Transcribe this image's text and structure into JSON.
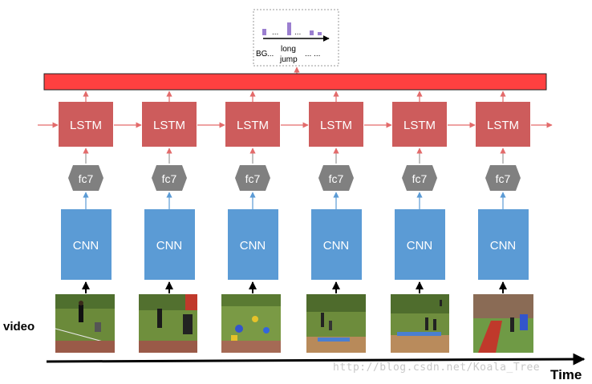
{
  "labels": {
    "video": "video",
    "time": "Time",
    "watermark": "http://blog.csdn.net/Koala_Tree"
  },
  "output_panel": {
    "bg_text": "BG",
    "dots_left": "...",
    "class_line1": "long",
    "class_line2": "jump",
    "dots_right": "... ...",
    "bar_dots_1": "...",
    "bar_dots_2": "...",
    "bar_color": "#9b7fd0"
  },
  "steps": [
    {
      "lstm": "LSTM",
      "fc": "fc7",
      "cnn": "CNN",
      "frame": "frame-1"
    },
    {
      "lstm": "LSTM",
      "fc": "fc7",
      "cnn": "CNN",
      "frame": "frame-2"
    },
    {
      "lstm": "LSTM",
      "fc": "fc7",
      "cnn": "CNN",
      "frame": "frame-3"
    },
    {
      "lstm": "LSTM",
      "fc": "fc7",
      "cnn": "CNN",
      "frame": "frame-4"
    },
    {
      "lstm": "LSTM",
      "fc": "fc7",
      "cnn": "CNN",
      "frame": "frame-5"
    },
    {
      "lstm": "LSTM",
      "fc": "fc7",
      "cnn": "CNN",
      "frame": "frame-6"
    }
  ],
  "colors": {
    "lstm_fill": "#cd5c5c",
    "lstm_arrow": "#e36b6b",
    "fc_fill": "#808080",
    "cnn_fill": "#5b9bd5",
    "cnn_arrow": "#5b9bd5",
    "output_bar": "#ff4040",
    "timeline": "#000000"
  }
}
